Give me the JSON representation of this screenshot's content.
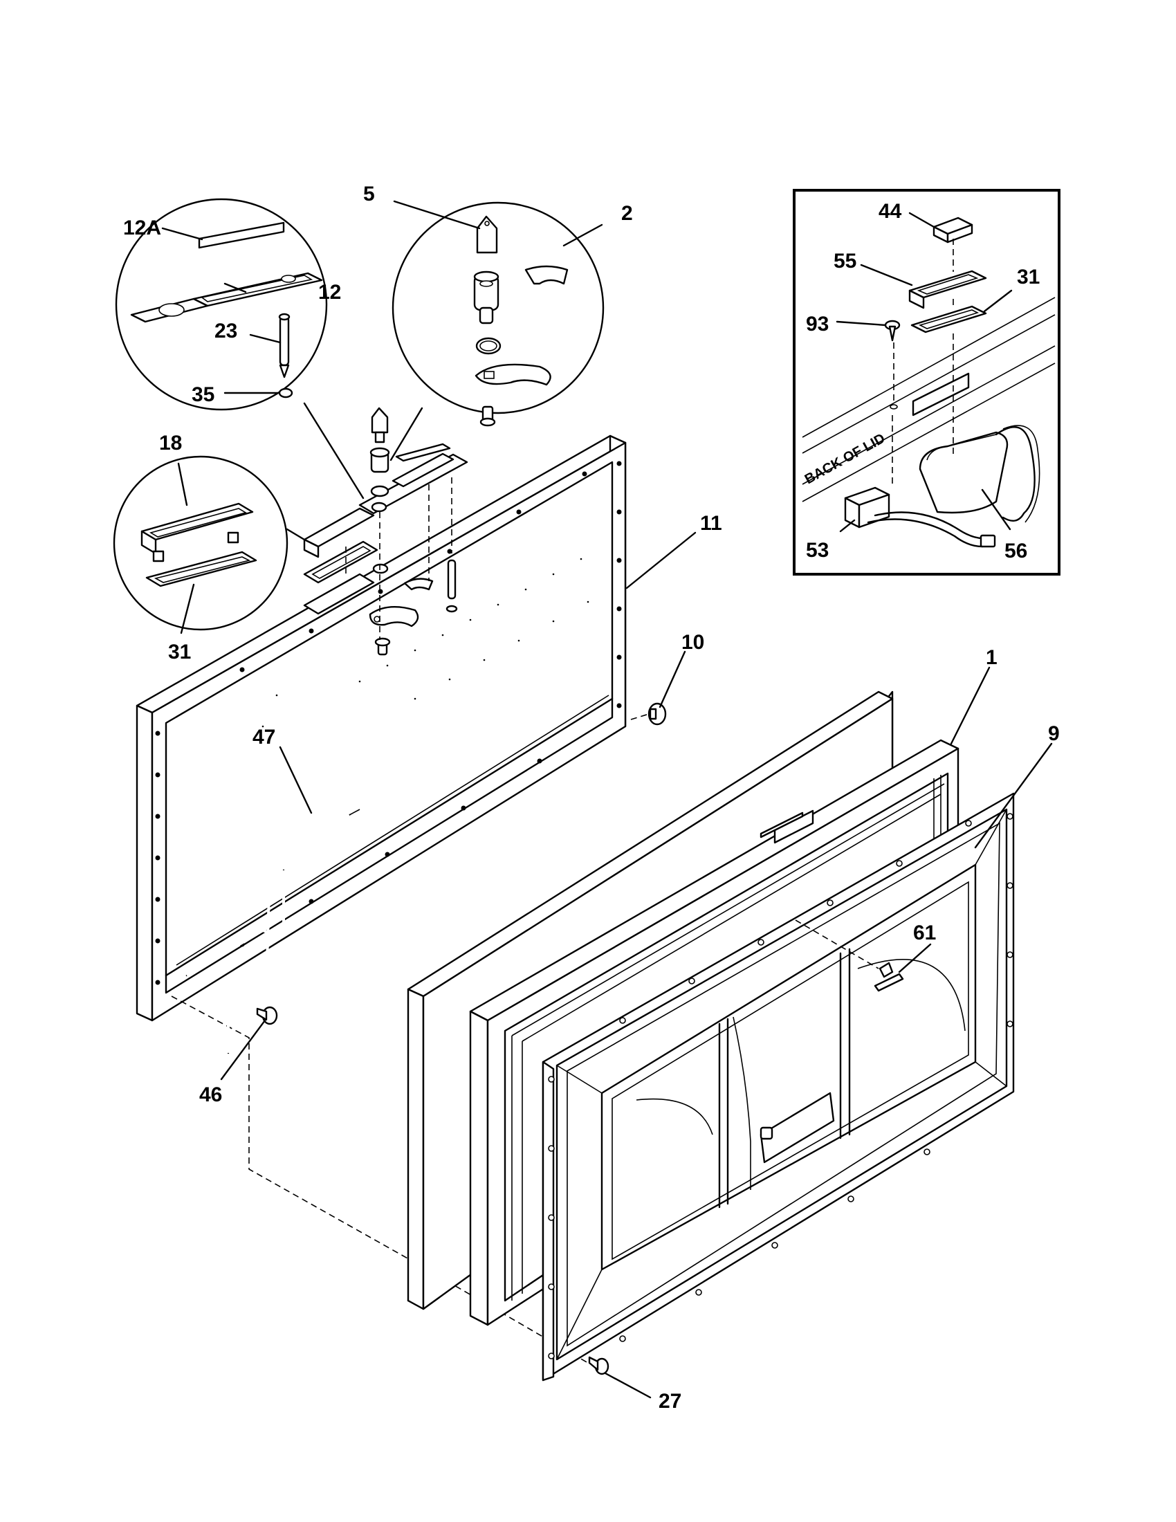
{
  "callouts": {
    "c1": "1",
    "c2": "2",
    "c5": "5",
    "c9": "9",
    "c10": "10",
    "c11": "11",
    "c12": "12",
    "c12a": "12A",
    "c18": "18",
    "c23": "23",
    "c27": "27",
    "c31a": "31",
    "c31b": "31",
    "c35": "35",
    "c44": "44",
    "c46": "46",
    "c47": "47",
    "c53": "53",
    "c55": "55",
    "c56": "56",
    "c61": "61",
    "c93": "93"
  },
  "inset": {
    "back_of_lid_label": "BACK OF LID"
  }
}
